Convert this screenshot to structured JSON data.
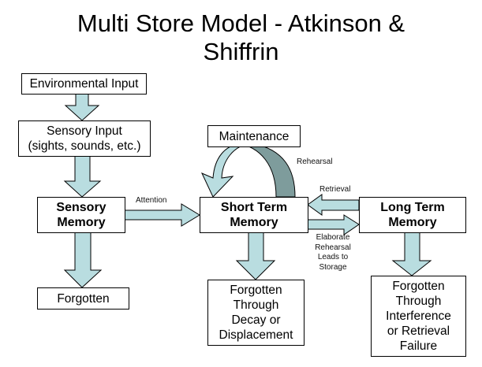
{
  "title": {
    "line1": "Multi Store Model - Atkinson &",
    "line2": "Shiffrin"
  },
  "colors": {
    "arrow_fill": "#b9dde0",
    "arrow_dark": "#7e9c9c",
    "stroke": "#000000"
  },
  "boxes": {
    "environmental_input": "Environmental Input",
    "sensory_input": "Sensory Input\n(sights, sounds, etc.)",
    "sensory_memory": "Sensory\nMemory",
    "forgotten": "Forgotten",
    "maintenance": "Maintenance",
    "short_term_memory": "Short Term\nMemory",
    "long_term_memory": "Long Term\nMemory",
    "forgotten_decay": "Forgotten\nThrough\nDecay or\nDisplacement",
    "forgotten_interference": "Forgotten\nThrough\nInterference\nor Retrieval\nFailure"
  },
  "labels": {
    "attention": "Attention",
    "rehearsal": "Rehearsal",
    "retrieval": "Retrieval",
    "elaborate": "Elaborate\nRehearsal\nLeads to\nStorage"
  }
}
